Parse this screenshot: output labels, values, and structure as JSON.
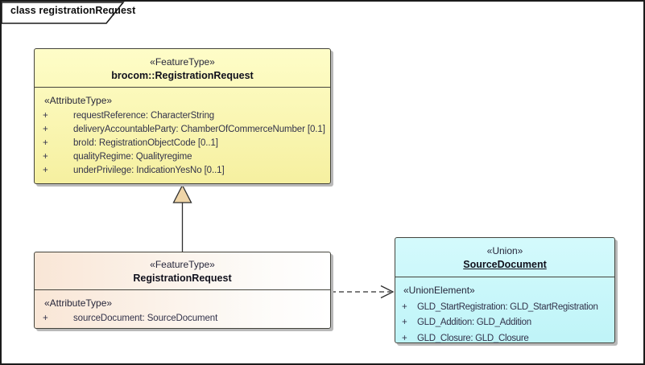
{
  "frame": {
    "label": "class registrationRequest"
  },
  "colors": {
    "yellow_box_top": "#FEFDC8",
    "yellow_box_bottom": "#F6F0A0",
    "peach_box_left": "#F9E6D6",
    "peach_box_right": "#FFFFFF",
    "cyan_box_top": "#D4FAFC",
    "cyan_box_bottom": "#BFF4F8",
    "box_border": "#44443C",
    "shadow": "#B9B9B9",
    "generalization_triangle_fill": "#EFD5A8",
    "connector_stroke": "#2E2E2E",
    "text": "#32324A"
  },
  "classes": [
    {
      "stereotype": "«FeatureType»",
      "name": "brocom::RegistrationRequest",
      "section_label": "«AttributeType»",
      "attributes": [
        {
          "vis": "+",
          "text": "requestReference: CharacterString"
        },
        {
          "vis": "+",
          "text": "deliveryAccountableParty: ChamberOfCommerceNumber [0.1]"
        },
        {
          "vis": "+",
          "text": "broId: RegistrationObjectCode [0..1]"
        },
        {
          "vis": "+",
          "text": "qualityRegime: Qualityregime"
        },
        {
          "vis": "+",
          "text": "underPrivilege: IndicationYesNo [0..1]"
        }
      ]
    },
    {
      "stereotype": "«FeatureType»",
      "name": "RegistrationRequest",
      "section_label": "«AttributeType»",
      "attributes": [
        {
          "vis": "+",
          "text": "sourceDocument: SourceDocument"
        }
      ]
    },
    {
      "stereotype": "«Union»",
      "name": "SourceDocument",
      "section_label": "«UnionElement»",
      "attributes": [
        {
          "vis": "+",
          "text": "GLD_StartRegistration: GLD_StartRegistration"
        },
        {
          "vis": "+",
          "text": "GLD_Addition: GLD_Addition"
        },
        {
          "vis": "+",
          "text": "GLD_Closure: GLD_Closure"
        }
      ]
    }
  ],
  "relationships": [
    {
      "type": "generalization",
      "from": "RegistrationRequest",
      "to": "brocom::RegistrationRequest"
    },
    {
      "type": "dependency",
      "from": "RegistrationRequest",
      "to": "SourceDocument"
    }
  ]
}
